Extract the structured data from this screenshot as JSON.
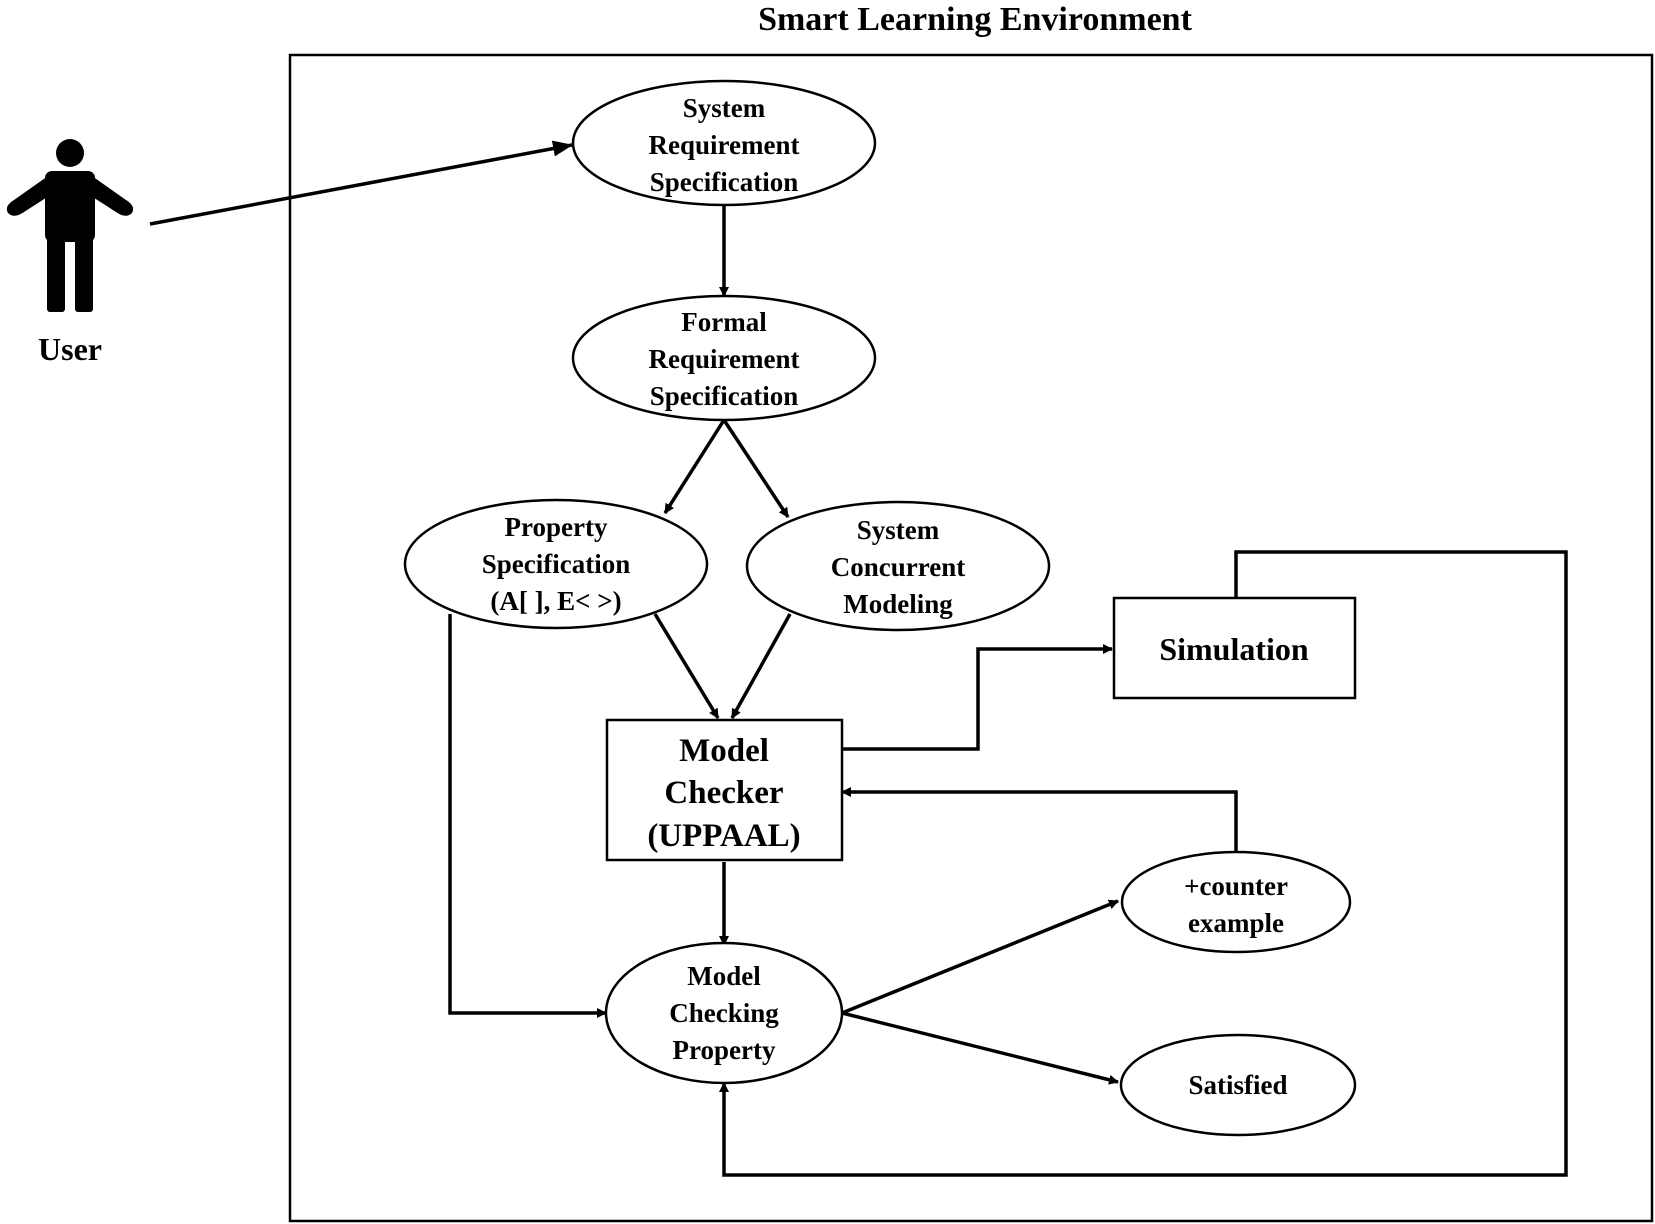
{
  "diagram": {
    "title": "Smart Learning Environment",
    "actor": {
      "label": "User",
      "icon": "person-icon"
    },
    "nodes": {
      "system_req": {
        "lines": [
          "System",
          "Requirement",
          "Specification"
        ]
      },
      "formal_req": {
        "lines": [
          "Formal",
          "Requirement",
          "Specification"
        ]
      },
      "property_spec": {
        "lines": [
          "Property",
          "Specification",
          "(A[ ], E< >)"
        ]
      },
      "concurrent_modeling": {
        "lines": [
          "System",
          "Concurrent",
          "Modeling"
        ]
      },
      "model_checker": {
        "lines": [
          "Model",
          "Checker",
          "(UPPAAL)"
        ]
      },
      "simulation": {
        "lines": [
          "Simulation"
        ]
      },
      "checking_property": {
        "lines": [
          "Model",
          "Checking",
          "Property"
        ]
      },
      "counter_example": {
        "lines": [
          "+counter",
          "example"
        ]
      },
      "satisfied": {
        "lines": [
          "Satisfied"
        ]
      }
    }
  }
}
